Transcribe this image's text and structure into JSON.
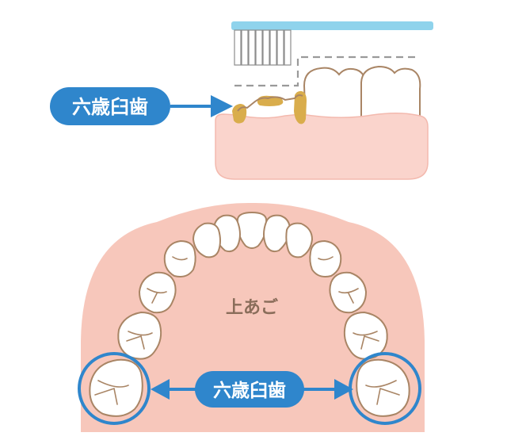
{
  "labels": {
    "top_molar": "六歳臼歯",
    "upper_jaw": "上あご",
    "bottom_molar": "六歳臼歯"
  },
  "colors": {
    "gum": "#fad4cc",
    "gum_stroke": "#f3b9ae",
    "palate": "#f7c7bb",
    "tooth_fill": "#ffffff",
    "tooth_stroke": "#a98565",
    "plaque": "#d9ad4c",
    "brush_handle": "#8fd3ec",
    "accent_blue": "#2f86cc",
    "label_text": "#ffffff",
    "palate_text": "#8a6d5a"
  }
}
